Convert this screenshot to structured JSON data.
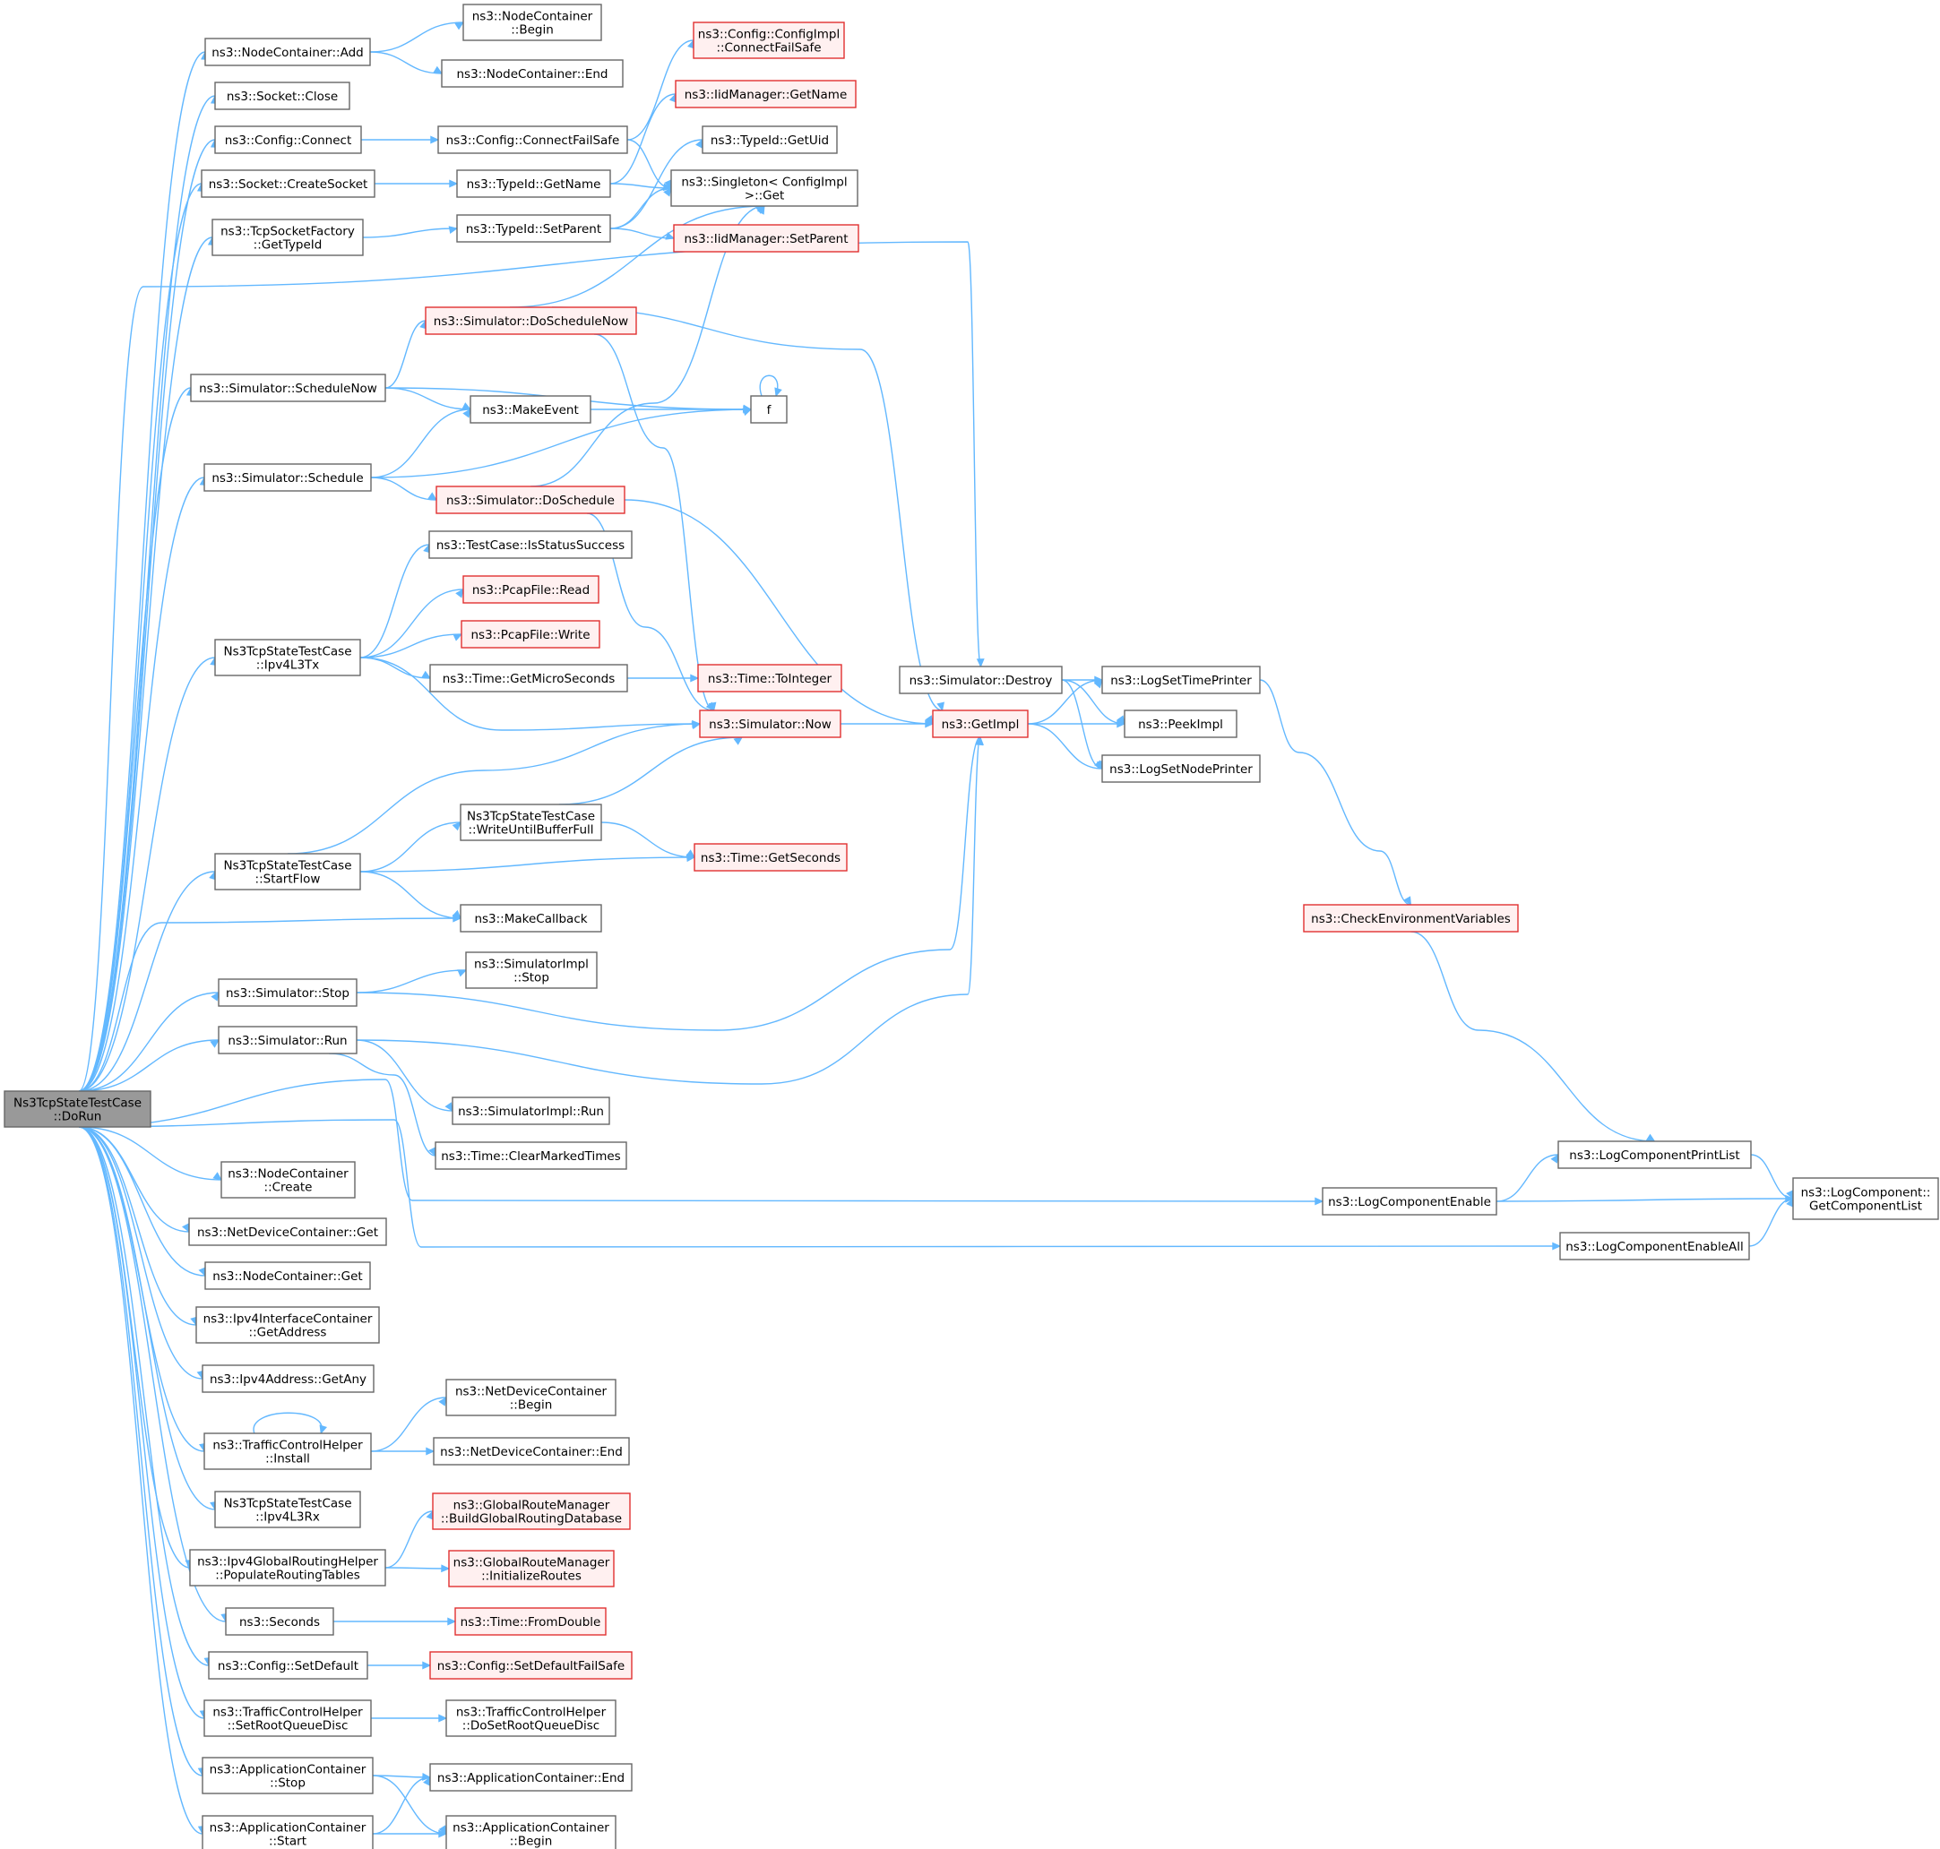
{
  "nodes": {
    "root": [
      "Ns3TcpStateTestCase",
      "::DoRun"
    ],
    "nodecont_add": [
      "ns3::NodeContainer::Add"
    ],
    "socket_close": [
      "ns3::Socket::Close"
    ],
    "config_connect": [
      "ns3::Config::Connect"
    ],
    "socket_create": [
      "ns3::Socket::CreateSocket"
    ],
    "tcpsf_gettypeid": [
      "ns3::TcpSocketFactory",
      "::GetTypeId"
    ],
    "sim_schedulenow": [
      "ns3::Simulator::ScheduleNow"
    ],
    "sim_schedule": [
      "ns3::Simulator::Schedule"
    ],
    "ipv4l3tx": [
      "Ns3TcpStateTestCase",
      "::Ipv4L3Tx"
    ],
    "startflow": [
      "Ns3TcpStateTestCase",
      "::StartFlow"
    ],
    "sim_stop": [
      "ns3::Simulator::Stop"
    ],
    "sim_run": [
      "ns3::Simulator::Run"
    ],
    "nodecont_create": [
      "ns3::NodeContainer",
      "::Create"
    ],
    "netdevcont_get": [
      "ns3::NetDeviceContainer::Get"
    ],
    "nodecont_get": [
      "ns3::NodeContainer::Get"
    ],
    "ipv4ic_getaddress": [
      "ns3::Ipv4InterfaceContainer",
      "::GetAddress"
    ],
    "ipv4addr_getany": [
      "ns3::Ipv4Address::GetAny"
    ],
    "tch_install": [
      "ns3::TrafficControlHelper",
      "::Install"
    ],
    "ipv4l3rx": [
      "Ns3TcpStateTestCase",
      "::Ipv4L3Rx"
    ],
    "ipv4grh_populate": [
      "ns3::Ipv4GlobalRoutingHelper",
      "::PopulateRoutingTables"
    ],
    "seconds": [
      "ns3::Seconds"
    ],
    "config_setdefault": [
      "ns3::Config::SetDefault"
    ],
    "tch_setrootqd": [
      "ns3::TrafficControlHelper",
      "::SetRootQueueDisc"
    ],
    "appcont_stop": [
      "ns3::ApplicationContainer",
      "::Stop"
    ],
    "appcont_start": [
      "ns3::ApplicationContainer",
      "::Start"
    ],
    "nodecont_begin": [
      "ns3::NodeContainer",
      "::Begin"
    ],
    "nodecont_end": [
      "ns3::NodeContainer::End"
    ],
    "configimpl_cfs": [
      "ns3::Config::ConfigImpl",
      "::ConnectFailSafe"
    ],
    "config_cfs": [
      "ns3::Config::ConnectFailSafe"
    ],
    "iid_getname": [
      "ns3::IidManager::GetName"
    ],
    "typeid_getuid": [
      "ns3::TypeId::GetUid"
    ],
    "typeid_getname": [
      "ns3::TypeId::GetName"
    ],
    "singleton_get": [
      "ns3::Singleton< ConfigImpl",
      " >::Get"
    ],
    "typeid_setparent": [
      "ns3::TypeId::SetParent"
    ],
    "iid_setparent": [
      "ns3::IidManager::SetParent"
    ],
    "sim_doschedulenow": [
      "ns3::Simulator::DoScheduleNow"
    ],
    "f": [
      "f"
    ],
    "makeevent": [
      "ns3::MakeEvent"
    ],
    "sim_doschedule": [
      "ns3::Simulator::DoSchedule"
    ],
    "tc_isstatussuccess": [
      "ns3::TestCase::IsStatusSuccess"
    ],
    "pcap_read": [
      "ns3::PcapFile::Read"
    ],
    "pcap_write": [
      "ns3::PcapFile::Write"
    ],
    "time_getmicro": [
      "ns3::Time::GetMicroSeconds"
    ],
    "time_tointeger": [
      "ns3::Time::ToInteger"
    ],
    "sim_destroy": [
      "ns3::Simulator::Destroy"
    ],
    "sim_now": [
      "ns3::Simulator::Now"
    ],
    "getimpl": [
      "ns3::GetImpl"
    ],
    "writeuntil": [
      "Ns3TcpStateTestCase",
      "::WriteUntilBufferFull"
    ],
    "time_getseconds": [
      "ns3::Time::GetSeconds"
    ],
    "makecallback": [
      "ns3::MakeCallback"
    ],
    "simimpl_stop": [
      "ns3::SimulatorImpl",
      "::Stop"
    ],
    "simimpl_run": [
      "ns3::SimulatorImpl::Run"
    ],
    "time_clearmarked": [
      "ns3::Time::ClearMarkedTimes"
    ],
    "logsettimeprinter": [
      "ns3::LogSetTimePrinter"
    ],
    "peekimpl": [
      "ns3::PeekImpl"
    ],
    "logsetnodeprinter": [
      "ns3::LogSetNodePrinter"
    ],
    "checkenv": [
      "ns3::CheckEnvironmentVariables"
    ],
    "logcompprintlist": [
      "ns3::LogComponentPrintList"
    ],
    "logcompenable": [
      "ns3::LogComponentEnable"
    ],
    "logcompenableall": [
      "ns3::LogComponentEnableAll"
    ],
    "logcomp_getlist": [
      "ns3::LogComponent::",
      "GetComponentList"
    ],
    "netdevcont_begin": [
      "ns3::NetDeviceContainer",
      "::Begin"
    ],
    "netdevcont_end": [
      "ns3::NetDeviceContainer::End"
    ],
    "grm_buildgrdb": [
      "ns3::GlobalRouteManager",
      "::BuildGlobalRoutingDatabase"
    ],
    "grm_initroutes": [
      "ns3::GlobalRouteManager",
      "::InitializeRoutes"
    ],
    "time_fromdouble": [
      "ns3::Time::FromDouble"
    ],
    "config_setdefaultfs": [
      "ns3::Config::SetDefaultFailSafe"
    ],
    "tch_dosetrootqd": [
      "ns3::TrafficControlHelper",
      "::DoSetRootQueueDisc"
    ],
    "appcont_end": [
      "ns3::ApplicationContainer::End"
    ],
    "appcont_begin": [
      "ns3::ApplicationContainer",
      "::Begin"
    ]
  },
  "colors": {
    "edge": "#63b8ff",
    "node_border": "#666666",
    "highlight_border": "#e03030",
    "highlight_fill": "#fff0f0",
    "root_fill": "#999999"
  }
}
